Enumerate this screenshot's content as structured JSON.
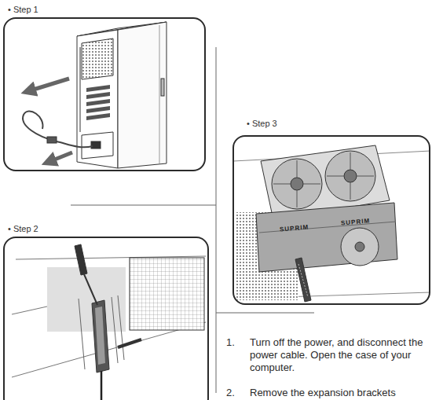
{
  "diagram": {
    "nodes": [
      {
        "text": [
          "• Step 1"
        ]
      },
      {
        "text": [
          "• Step 2"
        ]
      },
      {
        "text": [
          "• Step 3"
        ]
      }
    ],
    "labels": [
      "1.",
      "Turn off the power, and disconnect the power cable. Open the case of your computer.",
      "2.",
      "Remove the expansion brackets",
      "SUPRIM",
      "SUPRIM"
    ]
  }
}
